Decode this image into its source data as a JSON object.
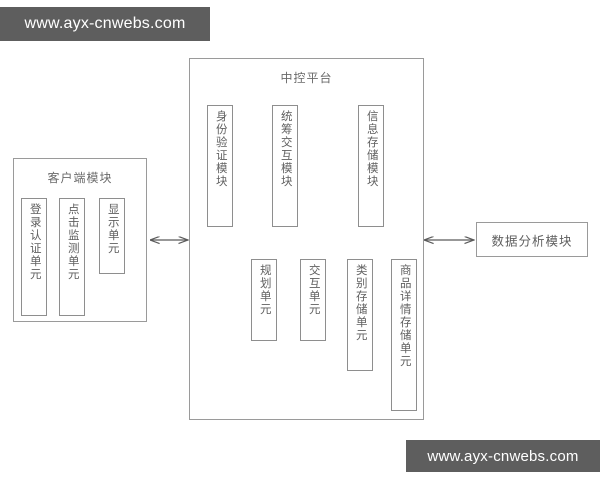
{
  "page": {
    "background": "#ffffff",
    "line_color": "#9a9a9a",
    "text_color": "#5e5e5e"
  },
  "watermarks": [
    {
      "name": "watermark-top",
      "text": "www.ayx-cnwebs.com"
    },
    {
      "name": "watermark-bottom",
      "text": "www.ayx-cnwebs.com"
    }
  ],
  "client_module": {
    "title": "客户端模块",
    "units": [
      {
        "label": "登录认证单元"
      },
      {
        "label": "点击监测单元"
      },
      {
        "label": "显示单元"
      }
    ]
  },
  "control_platform": {
    "title": "中控平台",
    "modules": [
      {
        "label": "身份验证模块"
      },
      {
        "label": "统筹交互模块"
      },
      {
        "label": "信息存储模块"
      }
    ],
    "sub_units": [
      {
        "label": "规划单元",
        "parent": "统筹交互模块"
      },
      {
        "label": "交互单元",
        "parent": "统筹交互模块"
      },
      {
        "label": "类别存储单元",
        "parent": "信息存储模块"
      },
      {
        "label": "商品详情存储单元",
        "parent": "信息存储模块"
      }
    ]
  },
  "analysis_module": {
    "label": "数据分析模块"
  },
  "connectors": [
    {
      "name": "client-to-platform",
      "type": "bidirectional-arrow"
    },
    {
      "name": "platform-to-analysis",
      "type": "bidirectional-arrow"
    },
    {
      "name": "interaction-module-fork",
      "type": "fork-down"
    },
    {
      "name": "storage-module-fork",
      "type": "fork-down"
    }
  ]
}
